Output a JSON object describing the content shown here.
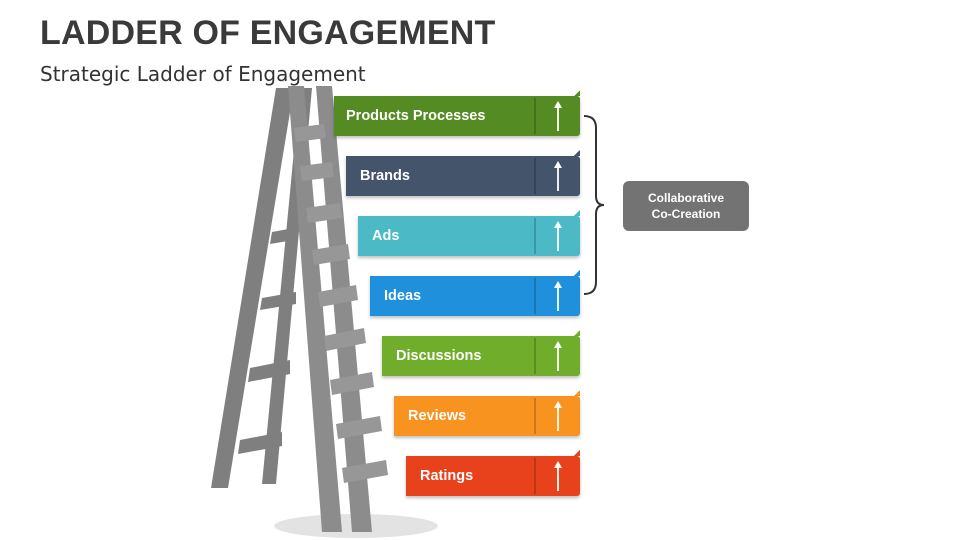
{
  "slide": {
    "title": "LADDER OF ENGAGEMENT",
    "subtitle": "Strategic Ladder of Engagement"
  },
  "steps": [
    {
      "label": "Products  Processes",
      "color": "#548b22",
      "icon": "up-arrow-icon"
    },
    {
      "label": "Brands",
      "color": "#44546a",
      "icon": "up-arrow-icon"
    },
    {
      "label": "Ads",
      "color": "#4bb9c6",
      "icon": "up-arrow-icon"
    },
    {
      "label": "Ideas",
      "color": "#1e90dc",
      "icon": "up-arrow-icon"
    },
    {
      "label": "Discussions",
      "color": "#70ad2b",
      "icon": "up-arrow-icon"
    },
    {
      "label": "Reviews",
      "color": "#f7931e",
      "icon": "up-arrow-icon"
    },
    {
      "label": "Ratings",
      "color": "#e8421c",
      "icon": "up-arrow-icon"
    }
  ],
  "callout": {
    "line1": "Collaborative",
    "line2": "Co-Creation",
    "color": "#737373"
  },
  "ladder": {
    "color": "#8c8c8c",
    "shadow": "#e3e3e3"
  }
}
